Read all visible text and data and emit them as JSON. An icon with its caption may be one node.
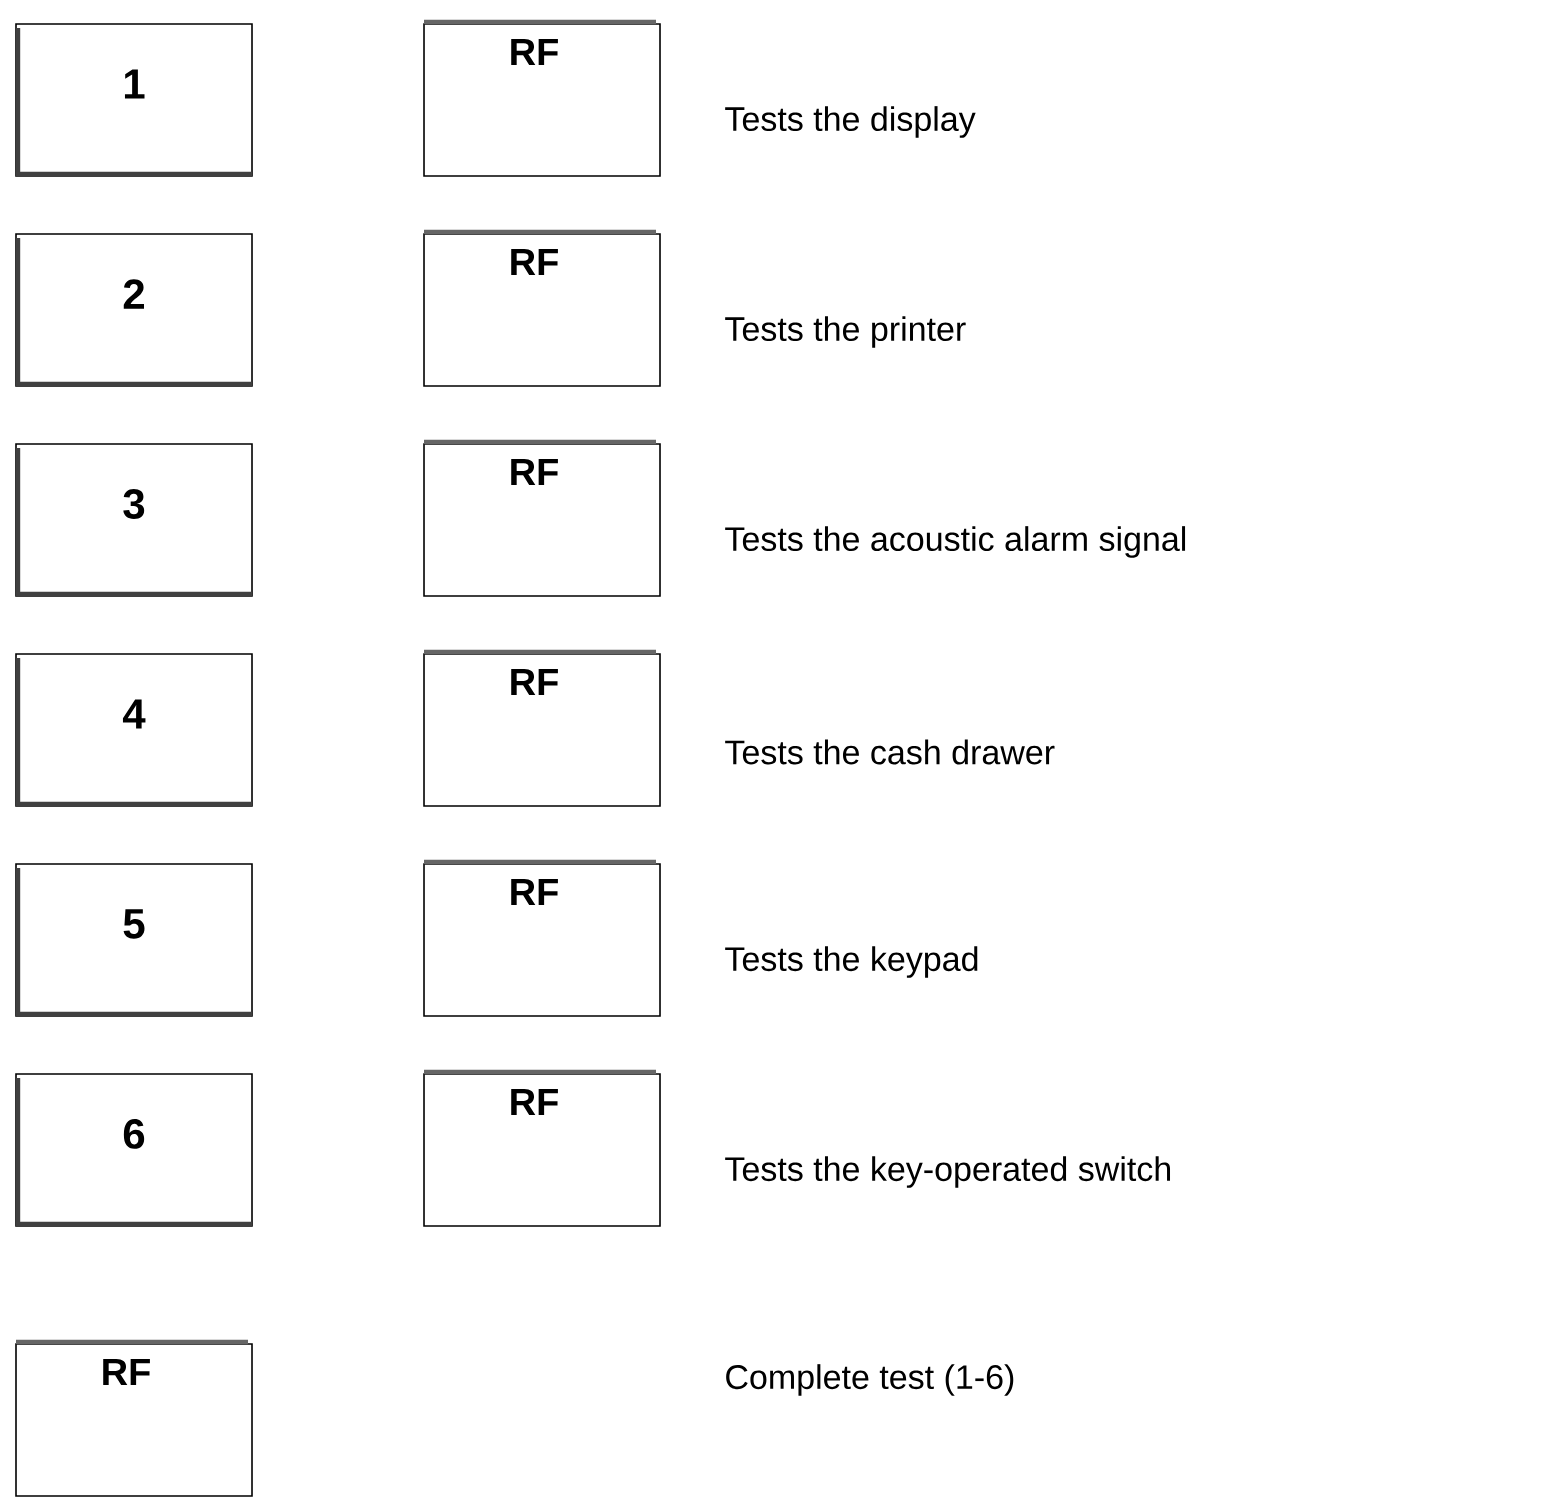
{
  "diagram": {
    "nodes": [
      {
        "text": [
          "1"
        ]
      },
      {
        "text": [
          "RF"
        ]
      },
      {
        "text": [
          "2"
        ]
      },
      {
        "text": [
          "RF"
        ]
      },
      {
        "text": [
          "3"
        ]
      },
      {
        "text": [
          "RF"
        ]
      },
      {
        "text": [
          "4"
        ]
      },
      {
        "text": [
          "RF"
        ]
      },
      {
        "text": [
          "5"
        ]
      },
      {
        "text": [
          "RF"
        ]
      },
      {
        "text": [
          "6"
        ]
      },
      {
        "text": [
          "RF"
        ]
      },
      {
        "text": [
          "RF"
        ]
      }
    ],
    "labels": [
      "Tests the display",
      "Tests the printer",
      "Tests the acoustic alarm signal",
      "Tests the cash drawer",
      "Tests the keypad",
      "Tests the key-operated switch",
      "Complete test (1-6)"
    ]
  }
}
